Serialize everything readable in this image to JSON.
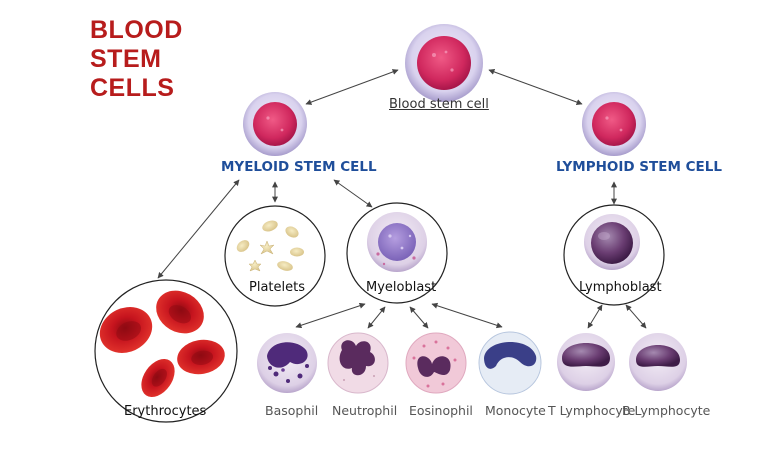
{
  "title": {
    "line1": "BLOOD",
    "line2": "STEM",
    "line3": "CELLS"
  },
  "labels": {
    "stem_cell": "Blood stem cell",
    "myeloid": "MYELOID STEM CELL",
    "lymphoid": "LYMPHOID STEM CELL",
    "platelets": "Platelets",
    "myeloblast": "Myeloblast",
    "lymphoblast": "Lymphoblast",
    "erythrocytes": "Erythrocytes",
    "basophil": "Basophil",
    "neutrophil": "Neutrophil",
    "eosinophil": "Eosinophil",
    "monocyte": "Monocyte",
    "t_lymphocyte": "T Lymphocyte",
    "b_lymphocyte": "B Lymphocyte"
  },
  "colors": {
    "title": "#b71c1c",
    "lineage_label": "#1f4e9a",
    "stem_nucleus": "#d0285e",
    "red_cell": "#c6141e"
  }
}
